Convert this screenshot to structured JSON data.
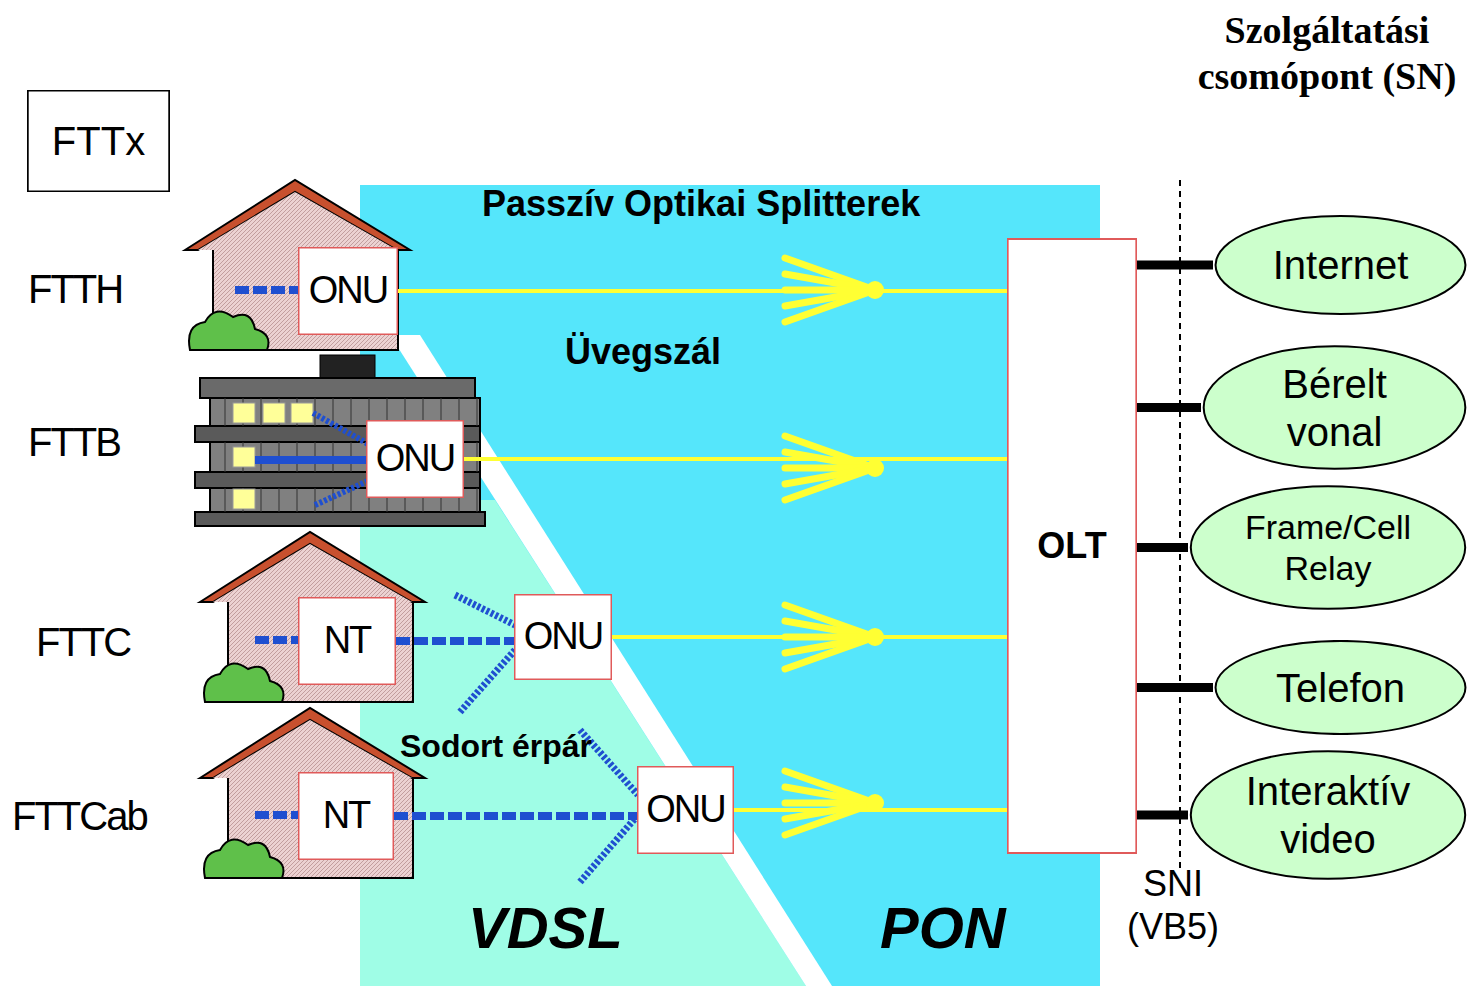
{
  "diagram": {
    "nodes": [
      {
        "text": [
          "FTTx"
        ]
      },
      {
        "text": [
          "ONU"
        ]
      },
      {
        "text": [
          "ONU"
        ]
      },
      {
        "text": [
          "NT"
        ]
      },
      {
        "text": [
          "ONU"
        ]
      },
      {
        "text": [
          "NT"
        ]
      },
      {
        "text": [
          "ONU"
        ]
      },
      {
        "text": [
          "OLT"
        ]
      },
      {
        "text": [
          "Internet"
        ]
      },
      {
        "text": [
          "Bérelt vonal"
        ]
      },
      {
        "text": [
          "Frame/Cell Relay"
        ]
      },
      {
        "text": [
          "Telefon"
        ]
      },
      {
        "text": [
          "Interaktív video"
        ]
      }
    ],
    "edges": [
      {
        "from": 1,
        "to": 7,
        "arrow": "none"
      },
      {
        "from": 2,
        "to": 7,
        "arrow": "none"
      },
      {
        "from": 3,
        "to": 4,
        "arrow": "none"
      },
      {
        "from": 4,
        "to": 7,
        "arrow": "none"
      },
      {
        "from": 5,
        "to": 6,
        "arrow": "none"
      },
      {
        "from": 6,
        "to": 7,
        "arrow": "none"
      },
      {
        "from": 7,
        "to": 8,
        "arrow": "none"
      },
      {
        "from": 7,
        "to": 9,
        "arrow": "none"
      },
      {
        "from": 7,
        "to": 10,
        "arrow": "none"
      },
      {
        "from": 7,
        "to": 11,
        "arrow": "none"
      },
      {
        "from": 7,
        "to": 12,
        "arrow": "none"
      }
    ],
    "labels": [
      "Szolgáltatási csomópont (SN)",
      "Passzív Optikai Splitterek",
      "FTTH",
      "Üvegszál",
      "FTTB",
      "FTTC",
      "Sodort érpár",
      "FTTCab",
      "VDSL",
      "PON",
      "SNI (VB5)"
    ]
  }
}
